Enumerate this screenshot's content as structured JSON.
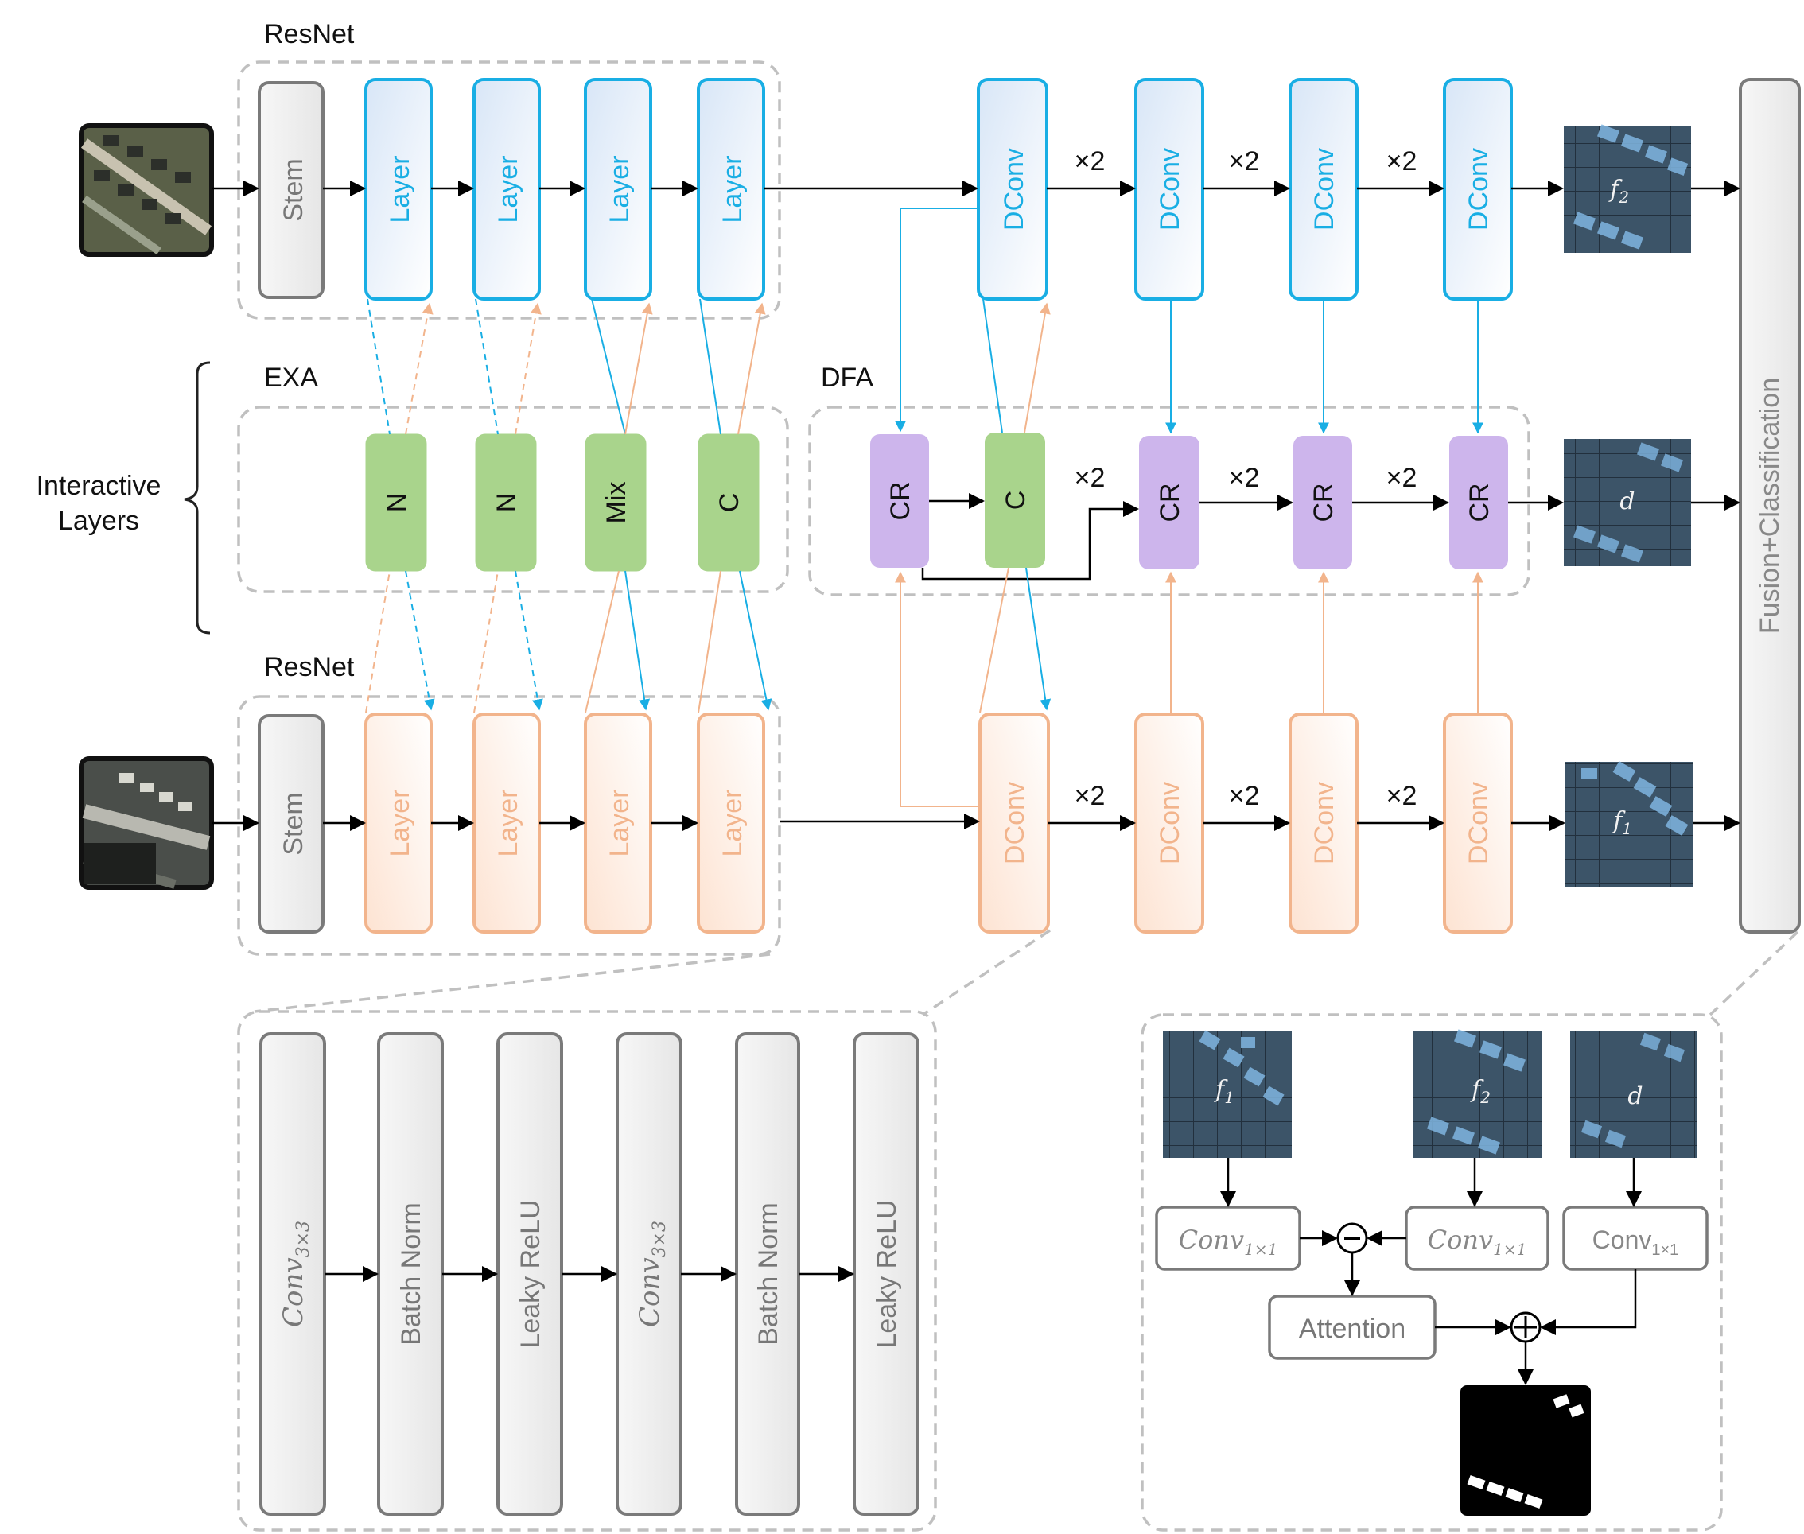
{
  "labels": {
    "resnet_top": "ResNet",
    "resnet_bottom": "ResNet",
    "exa": "EXA",
    "dfa": "DFA",
    "interactive_1": "Interactive",
    "interactive_2": "Layers"
  },
  "blocks": {
    "stem": "Stem",
    "layer": "Layer",
    "dconv": "DConv",
    "cr": "CR",
    "c": "C",
    "n": "N",
    "mix": "Mix",
    "times2": "×2",
    "fusion": "Fusion+Classification"
  },
  "exa_modules": [
    "N",
    "N",
    "Mix",
    "C"
  ],
  "feature_maps": {
    "f2": "f",
    "f2_sub": "2",
    "f1": "f",
    "f1_sub": "1",
    "d": "d"
  },
  "dconv_detail": {
    "conv_main": "Conv",
    "conv_sub": "3×3",
    "batch_norm": "Batch Norm",
    "leaky_relu": "Leaky ReLU"
  },
  "fusion_detail": {
    "conv_main": "Conv",
    "conv_upright": "Conv",
    "conv_sub": "1×1",
    "attention": "Attention"
  },
  "colors": {
    "blue": "#19aee4",
    "orange": "#f2b48c",
    "green": "#a9d48c",
    "purple": "#cdb5ec",
    "gray": "#7a7a7a",
    "dashed": "#c0c0c0"
  }
}
